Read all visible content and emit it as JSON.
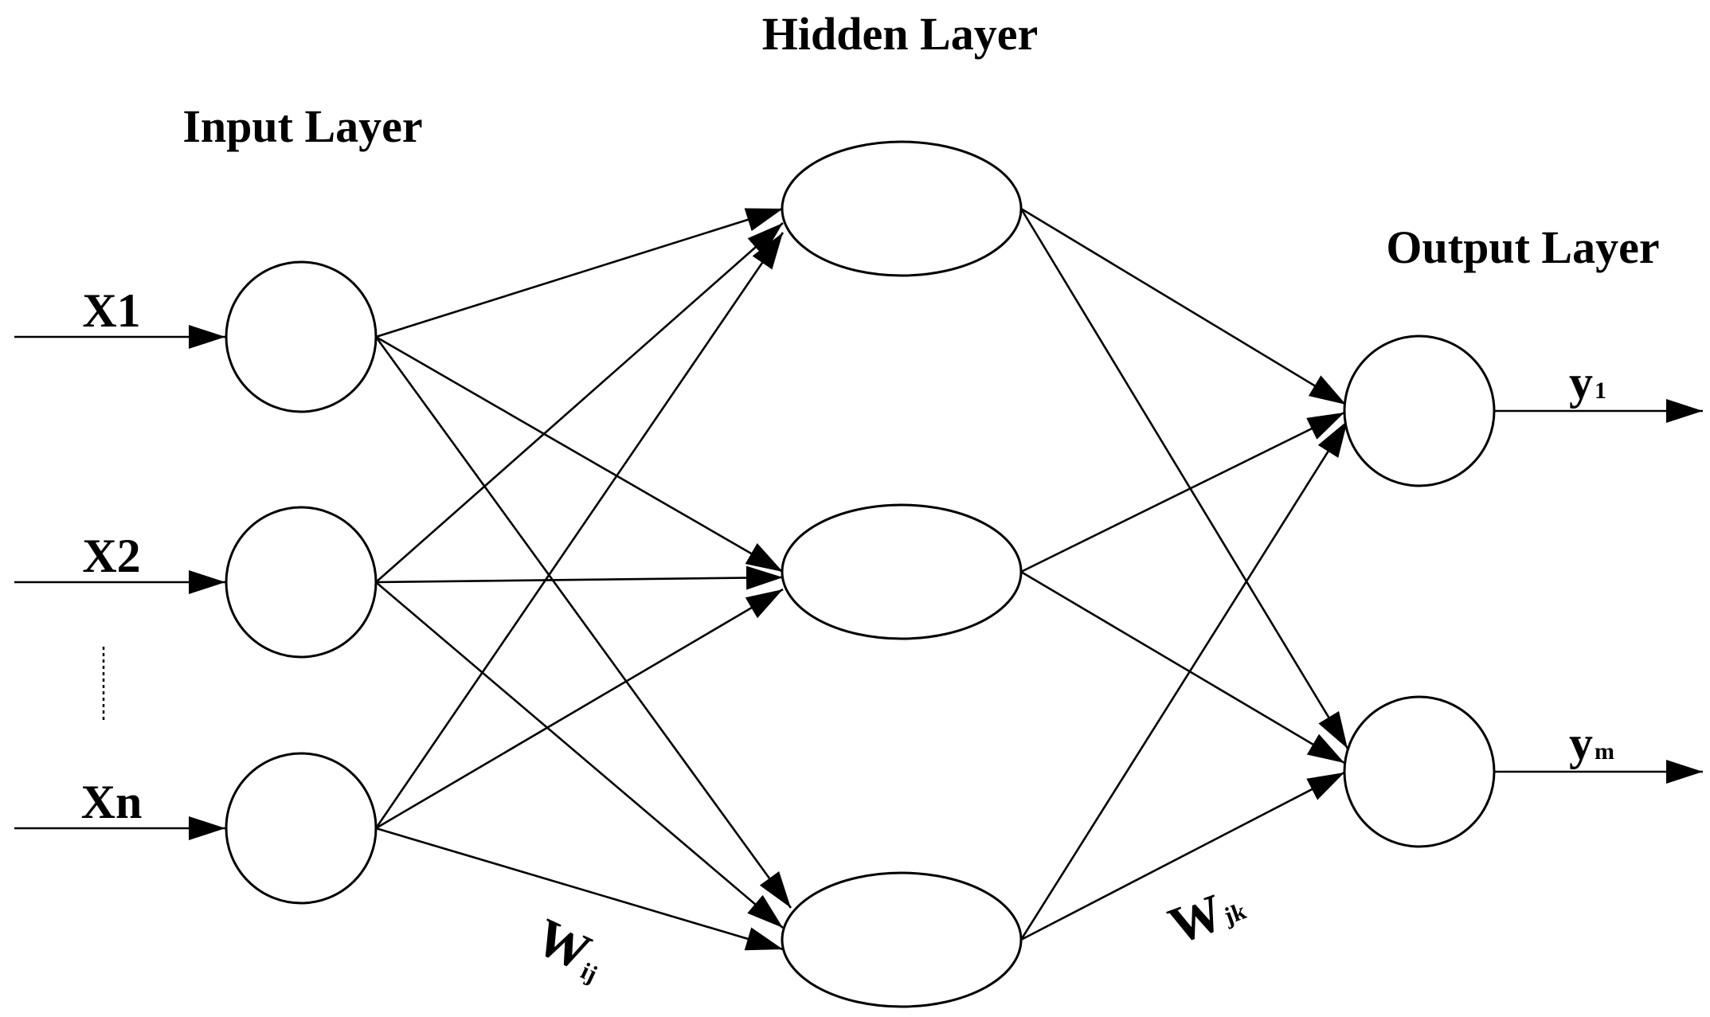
{
  "titles": {
    "input": "Input Layer",
    "hidden": "Hidden Layer",
    "output": "Output Layer"
  },
  "inputs": [
    {
      "label": "X1"
    },
    {
      "label": "X2"
    },
    {
      "label": "Xn"
    }
  ],
  "ellipsis": "⋮",
  "outputs": [
    {
      "label": "y",
      "sub": "1"
    },
    {
      "label": "y",
      "sub": "m"
    }
  ],
  "weights": {
    "input_hidden": {
      "label": "W",
      "sub": "ij"
    },
    "hidden_output": {
      "label": "W",
      "sub": "jk"
    }
  }
}
